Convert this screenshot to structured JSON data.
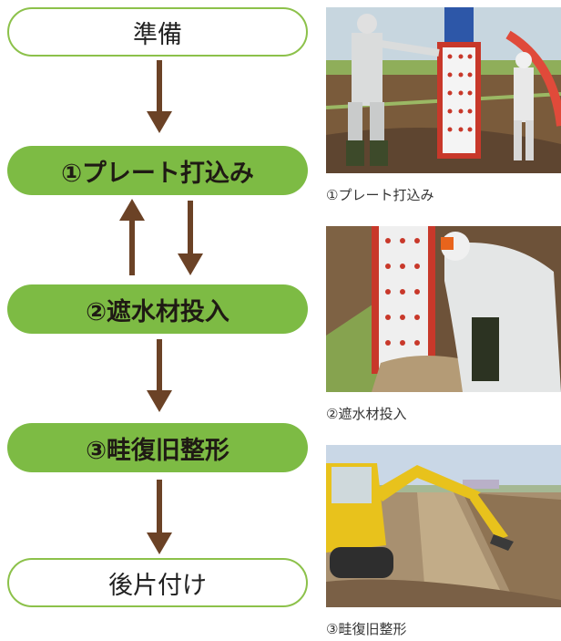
{
  "flow": {
    "step_prep": "準備",
    "step1": "①プレート打込み",
    "step2": "②遮水材投入",
    "step3": "③畦復旧整形",
    "step_cleanup": "後片付け"
  },
  "photos": [
    {
      "caption": "①プレート打込み"
    },
    {
      "caption": "②遮水材投入"
    },
    {
      "caption": "③畦復旧整形"
    }
  ],
  "colors": {
    "green_fill": "#7dbb44",
    "green_border": "#8cc14a",
    "arrow_brown": "#6b4226"
  }
}
